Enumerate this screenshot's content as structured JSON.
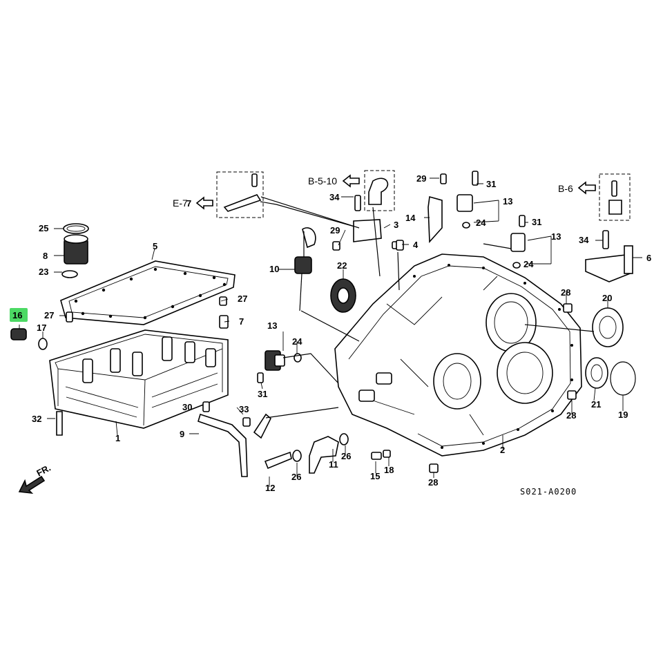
{
  "callouts": {
    "c1": "1",
    "c2": "2",
    "c3": "3",
    "c4": "4",
    "c5": "5",
    "c6": "6",
    "c7a": "7",
    "c7b": "7",
    "c8": "8",
    "c9": "9",
    "c10": "10",
    "c11": "11",
    "c12": "12",
    "c13a": "13",
    "c13b": "13",
    "c13c": "13",
    "c14": "14",
    "c15": "15",
    "c16": "16",
    "c17": "17",
    "c18": "18",
    "c19": "19",
    "c20": "20",
    "c21": "21",
    "c22": "22",
    "c23": "23",
    "c24a": "24",
    "c24b": "24",
    "c24c": "24",
    "c25": "25",
    "c26a": "26",
    "c26b": "26",
    "c27a": "27",
    "c27b": "27",
    "c28a": "28",
    "c28b": "28",
    "c28c": "28",
    "c29a": "29",
    "c29b": "29",
    "c30": "30",
    "c31a": "31",
    "c31b": "31",
    "c31c": "31",
    "c32": "32",
    "c33": "33",
    "c34a": "34",
    "c34b": "34"
  },
  "references": {
    "e7": "E-7",
    "b510": "B-5-10",
    "b6": "B-6"
  },
  "front_marker": "FR.",
  "diagram_code": "S021-A0200",
  "highlight_color": "#4cd964"
}
